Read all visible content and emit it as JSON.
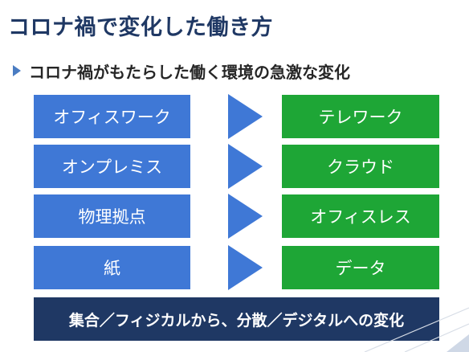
{
  "slide": {
    "title": "コロナ禍で変化した働き方",
    "bullet": "コロナ禍がもたらした働く環境の急激な変化",
    "rows": [
      {
        "from": "オフィスワーク",
        "to": "テレワーク"
      },
      {
        "from": "オンプレミス",
        "to": "クラウド"
      },
      {
        "from": "物理拠点",
        "to": "オフィスレス"
      },
      {
        "from": "紙",
        "to": "データ"
      }
    ],
    "summary": "集合／フィジカルから、分散／デジタルへの変化"
  },
  "colors": {
    "title": "#1f3864",
    "from_box": "#3f78d6",
    "to_box": "#1ea636",
    "summary_box": "#1f3864",
    "bullet_icon": "#4a7cc2"
  },
  "icons": {
    "bullet": "triangle-bullet-icon",
    "arrow": "right-arrow-icon"
  }
}
